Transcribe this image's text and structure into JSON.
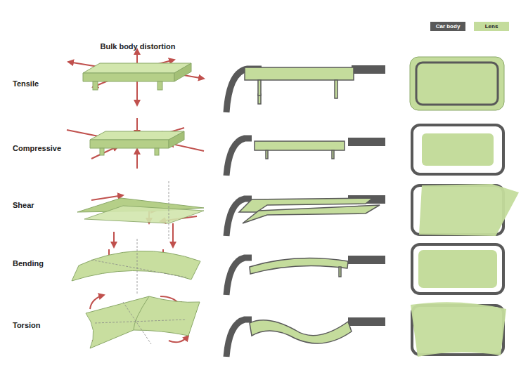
{
  "diagram": {
    "title": "Bulk body distortion",
    "labels": [
      "Tensile",
      "Compressive",
      "Shear",
      "Bending",
      "Torsion"
    ],
    "legend": [
      {
        "text": "Car body",
        "color": "#595959"
      },
      {
        "text": "Lens",
        "color": "#c4dc9c"
      }
    ]
  }
}
